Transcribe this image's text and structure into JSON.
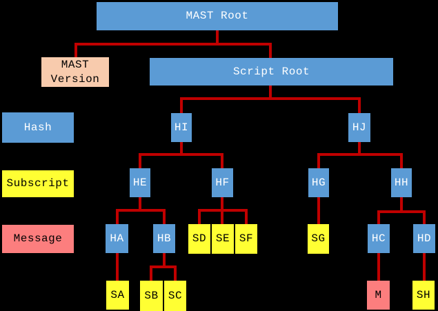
{
  "colors": {
    "background": "#000000",
    "hash_blue": "#5B9BD5",
    "subscript_yellow": "#FFFF33",
    "message_salmon": "#FC7E7E",
    "version_peach": "#F8CBAD",
    "connector_red": "#C00000",
    "text_on_blue": "#FFFFFF",
    "text_on_light": "#000000"
  },
  "legend": {
    "hash_row": "Hash",
    "subscript_row": "Subscript",
    "message_row": "Message"
  },
  "nodes": {
    "mast_root": {
      "label": "MAST Root",
      "type": "hash"
    },
    "mast_version": {
      "label": "MAST Version",
      "type": "version"
    },
    "script_root": {
      "label": "Script Root",
      "type": "hash"
    },
    "hi": {
      "label": "HI",
      "type": "hash"
    },
    "hj": {
      "label": "HJ",
      "type": "hash"
    },
    "he": {
      "label": "HE",
      "type": "hash"
    },
    "hf": {
      "label": "HF",
      "type": "hash"
    },
    "hg": {
      "label": "HG",
      "type": "hash"
    },
    "hh": {
      "label": "HH",
      "type": "hash"
    },
    "ha": {
      "label": "HA",
      "type": "hash"
    },
    "hb": {
      "label": "HB",
      "type": "hash"
    },
    "hc": {
      "label": "HC",
      "type": "hash"
    },
    "hd": {
      "label": "HD",
      "type": "hash"
    },
    "sd": {
      "label": "SD",
      "type": "subscript"
    },
    "se": {
      "label": "SE",
      "type": "subscript"
    },
    "sf": {
      "label": "SF",
      "type": "subscript"
    },
    "sg": {
      "label": "SG",
      "type": "subscript"
    },
    "sa": {
      "label": "SA",
      "type": "subscript"
    },
    "sb": {
      "label": "SB",
      "type": "subscript"
    },
    "sc": {
      "label": "SC",
      "type": "subscript"
    },
    "sh": {
      "label": "SH",
      "type": "subscript"
    },
    "m": {
      "label": "M",
      "type": "message"
    }
  },
  "tree": {
    "mast_root": [
      "mast_version",
      "script_root"
    ],
    "script_root": [
      "hi",
      "hj"
    ],
    "hi": [
      "he",
      "hf"
    ],
    "hj": [
      "hg",
      "hh"
    ],
    "he": [
      "ha",
      "hb"
    ],
    "hf": [
      "sd",
      "se",
      "sf"
    ],
    "hg": [
      "sg"
    ],
    "hh": [
      "hc",
      "hd"
    ],
    "ha": [
      "sa"
    ],
    "hb": [
      "sb",
      "sc"
    ],
    "hc": [
      "m"
    ],
    "hd": [
      "sh"
    ]
  }
}
